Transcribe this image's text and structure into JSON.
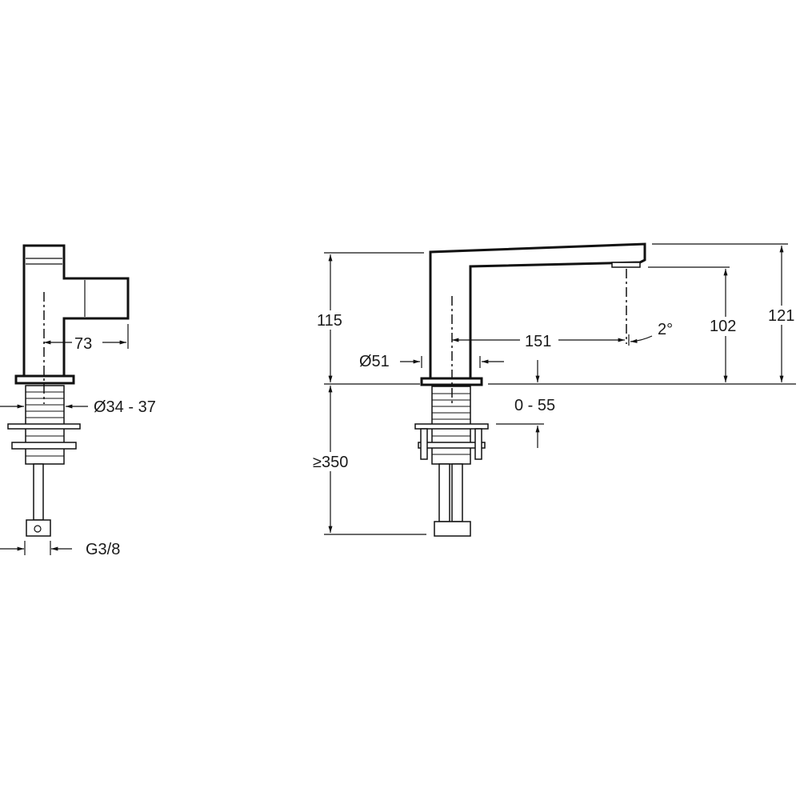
{
  "side_view": {
    "dim_lever": "73",
    "dim_hole": "Ø34 - 37",
    "dim_connection": "G3/8"
  },
  "front_view": {
    "dim_height_spout": "115",
    "dim_below_deck": "≥350",
    "dim_spout_hole": "Ø51",
    "dim_reach": "151",
    "dim_angle": "2°",
    "dim_outlet_height": "102",
    "dim_total_height": "121",
    "dim_deck_thickness": "0 - 55"
  }
}
